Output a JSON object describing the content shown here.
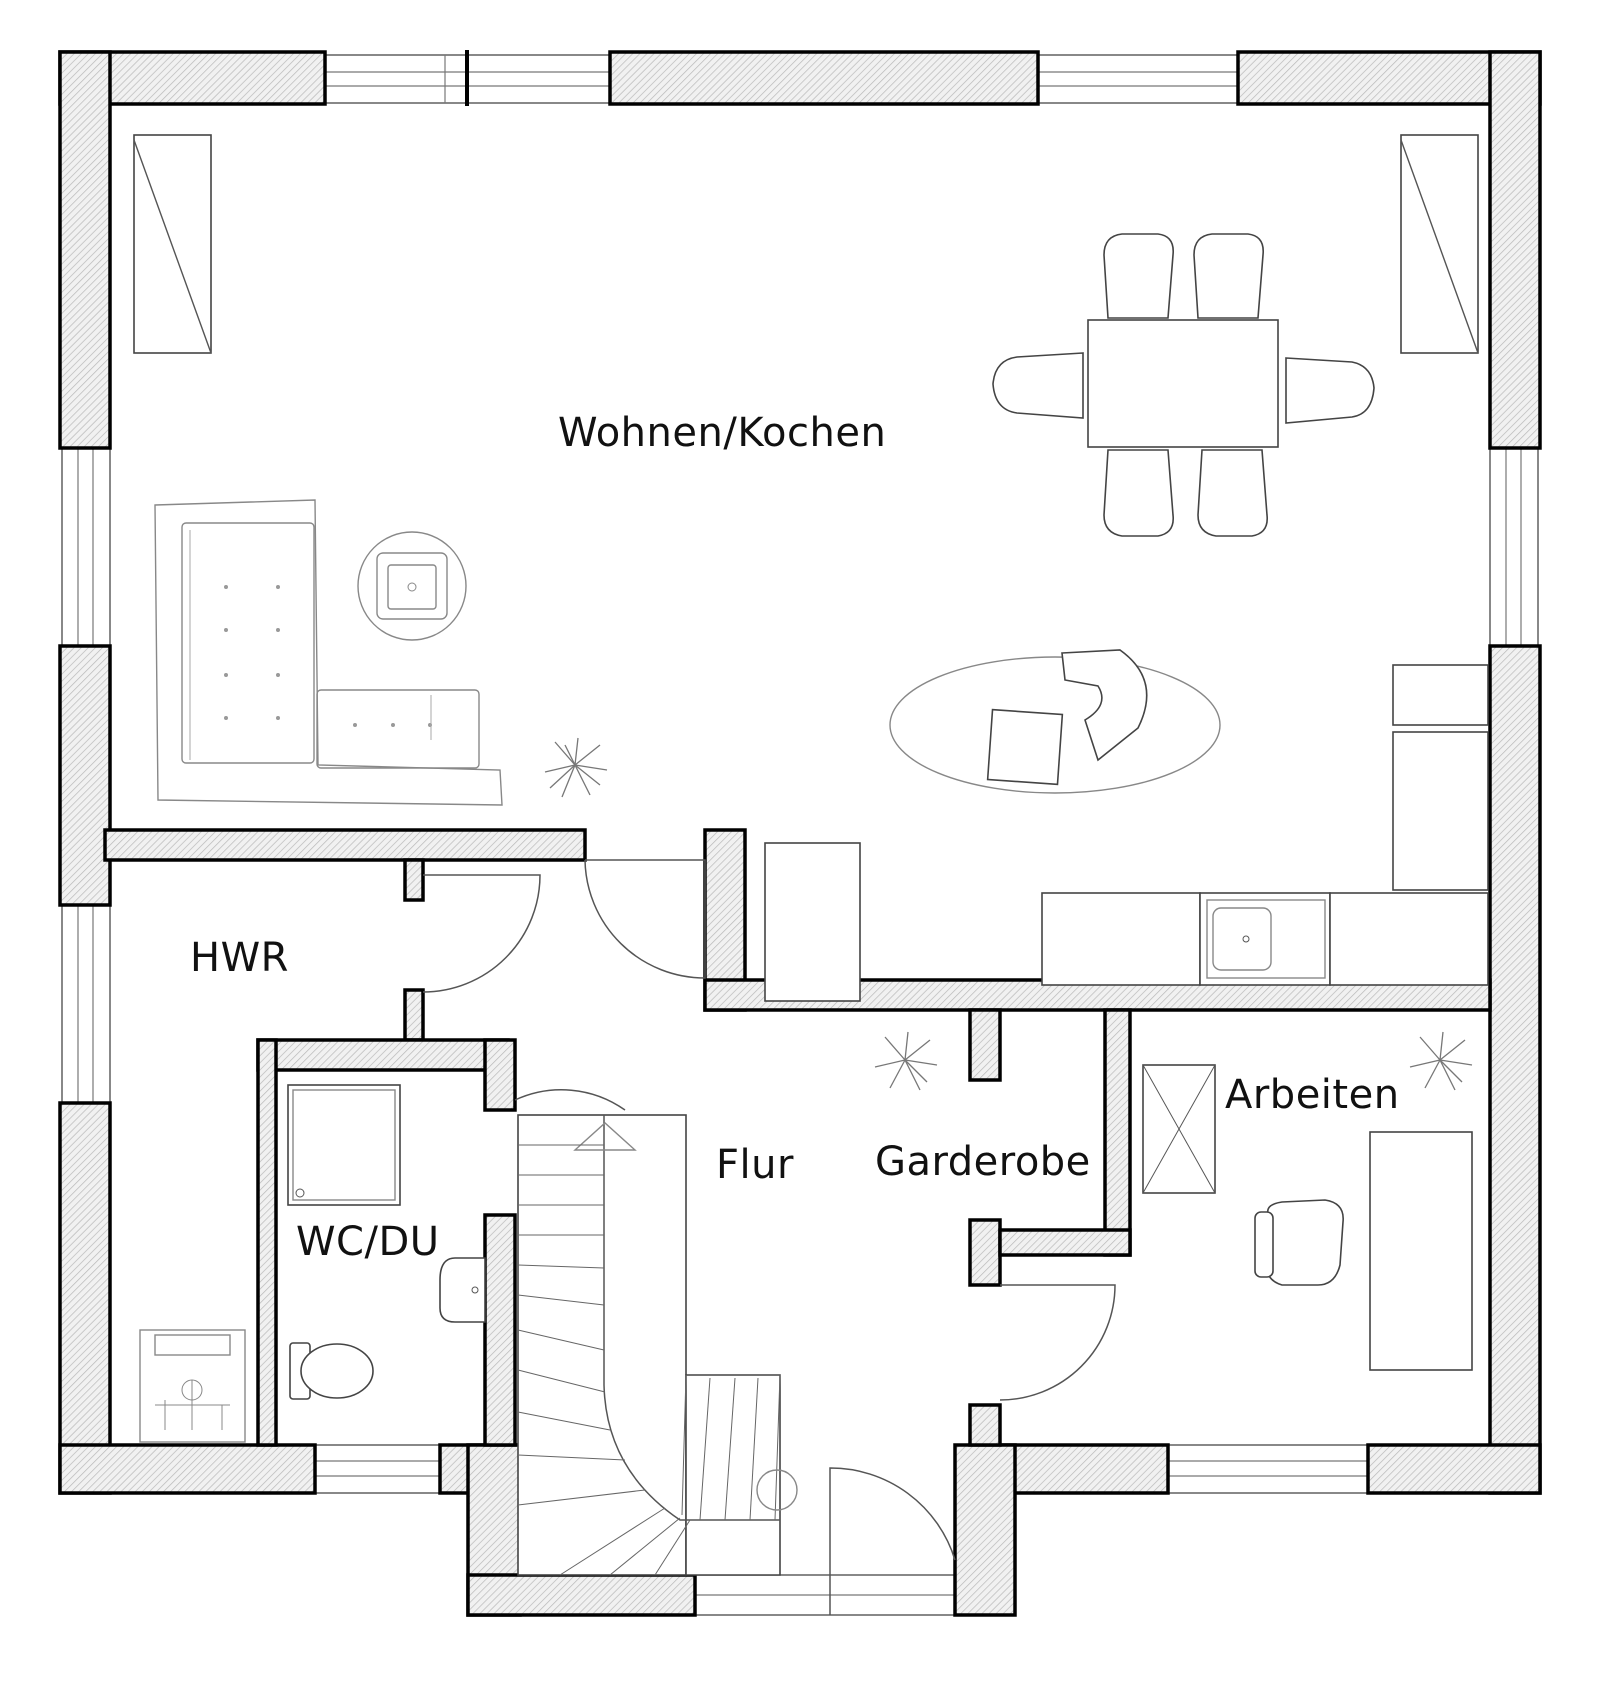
{
  "rooms": {
    "wohnen_kochen": "Wohnen/Kochen",
    "hwr": "HWR",
    "wc_du": "WC/DU",
    "flur": "Flur",
    "garderobe": "Garderobe",
    "arbeiten": "Arbeiten"
  }
}
